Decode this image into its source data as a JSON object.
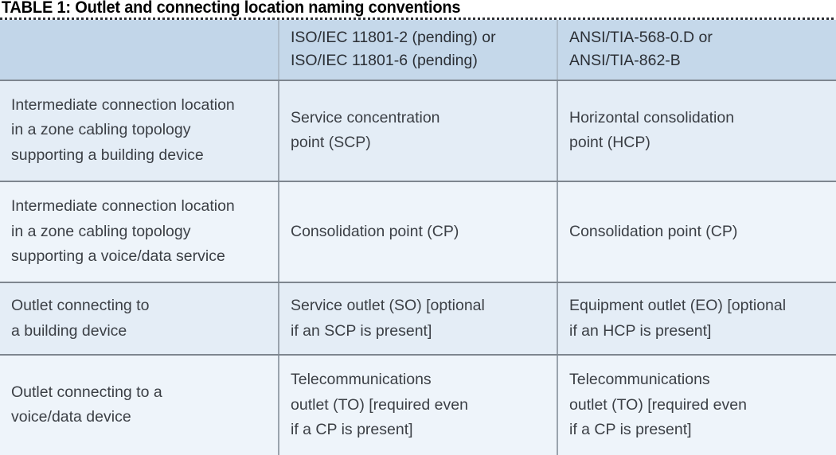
{
  "title": "TABLE 1: Outlet and connecting location naming conventions",
  "colors": {
    "header_fill": "#c5d8ea",
    "row_fill_a": "#e4edf6",
    "row_fill_b": "#eef4fa",
    "grid_line": "#7e868f",
    "text": "#3b3f45",
    "title_text": "#000000",
    "page_background": "#ffffff"
  },
  "table": {
    "headers": [
      "",
      "ISO/IEC 11801-2 (pending) or\nISO/IEC 11801-6 (pending)",
      "ANSI/TIA-568-0.D or\nANSI/TIA-862-B"
    ],
    "rows": [
      {
        "criterion": "Intermediate connection location\nin a zone cabling topology\nsupporting a building device",
        "iso": "Service concentration\npoint (SCP)",
        "ansi": "Horizontal  consolidation\npoint (HCP)"
      },
      {
        "criterion": "Intermediate connection location\nin a zone cabling topology\nsupporting a voice/data service",
        "iso": "Consolidation point (CP)",
        "ansi": "Consolidation point (CP)"
      },
      {
        "criterion": "Outlet connecting to\na building device",
        "iso": "Service outlet (SO) [optional\nif an SCP is present]",
        "ansi": "Equipment outlet (EO) [optional\nif an HCP is present]"
      },
      {
        "criterion": "Outlet connecting to a\nvoice/data device",
        "iso": "Telecommunications\noutlet (TO) [required even\nif a CP is present]",
        "ansi": "Telecommunications\noutlet (TO) [required even\nif a CP is present]"
      }
    ]
  }
}
